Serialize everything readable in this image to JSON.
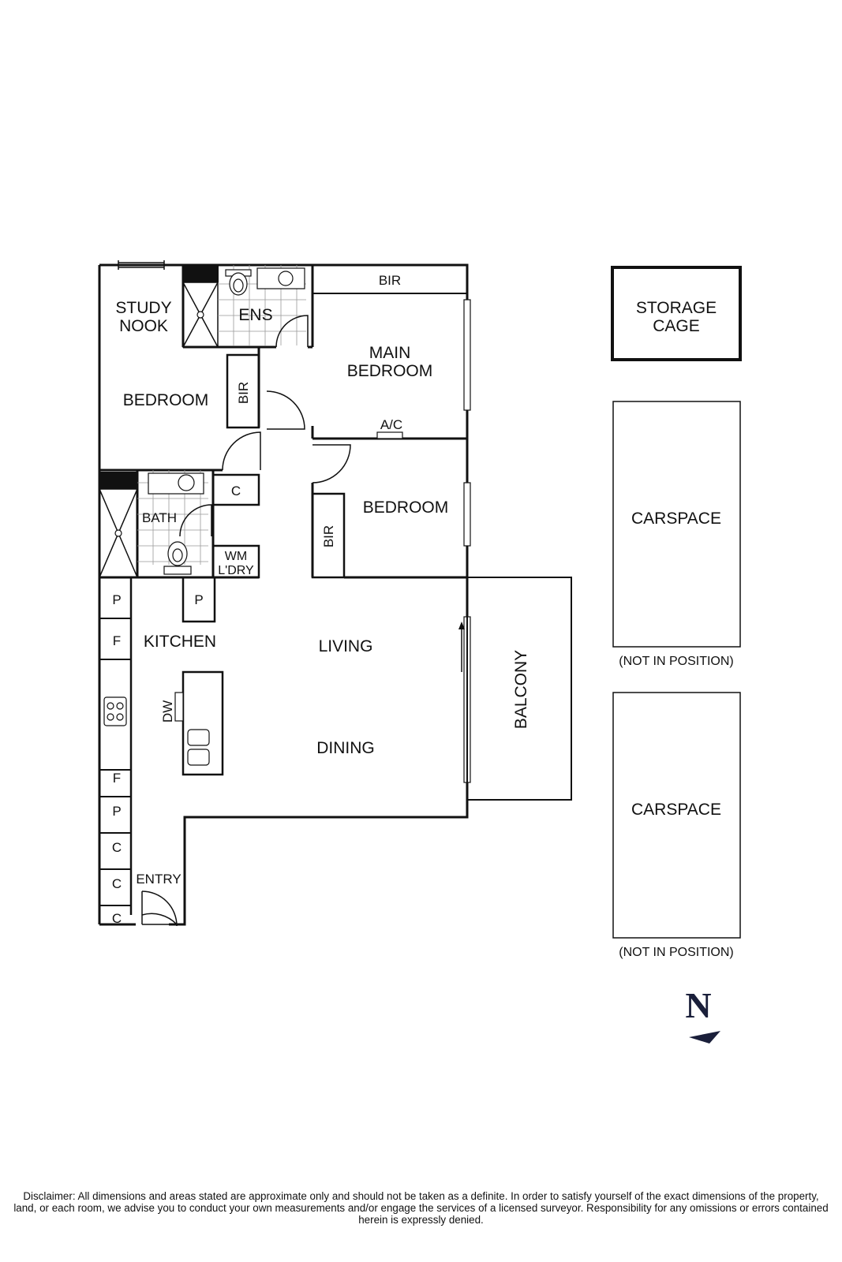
{
  "rooms": {
    "study_nook": [
      "STUDY",
      "NOOK"
    ],
    "ensuite": "ENS",
    "main_bir": "BIR",
    "main_bedroom": [
      "MAIN",
      "BEDROOM"
    ],
    "bedroom1": "BEDROOM",
    "bir_left": "BIR",
    "ac": "A/C",
    "bath": "BATH",
    "cupboard": "C",
    "bedroom2": "BEDROOM",
    "bir_right": "BIR",
    "wm_laundry": [
      "WM",
      "L'DRY"
    ],
    "pantry_left": "P",
    "pantry_mid": "P",
    "fridge_top": "F",
    "kitchen": "KITCHEN",
    "dw": "DW",
    "living": "LIVING",
    "dining": "DINING",
    "balcony": "BALCONY",
    "fridge_low": "F",
    "pantry_low": "P",
    "cupboards": [
      "C",
      "C",
      "C"
    ],
    "entry": "ENTRY"
  },
  "extras": {
    "storage_cage": [
      "STORAGE",
      "CAGE"
    ],
    "carspace1": "CARSPACE",
    "carspace1_note": "(NOT IN POSITION)",
    "carspace2": "CARSPACE",
    "carspace2_note": "(NOT IN POSITION)"
  },
  "compass": {
    "label": "N",
    "color": "#1a1f3a"
  },
  "disclaimer": "Disclaimer: All dimensions and areas stated are approximate only and should not be taken as a definite. In order to satisfy yourself of the exact dimensions of the property, land, or each room, we advise you to conduct your own measurements and/or engage the services of a licensed surveyor. Responsibility for any omissions or errors contained herein is expressly denied."
}
